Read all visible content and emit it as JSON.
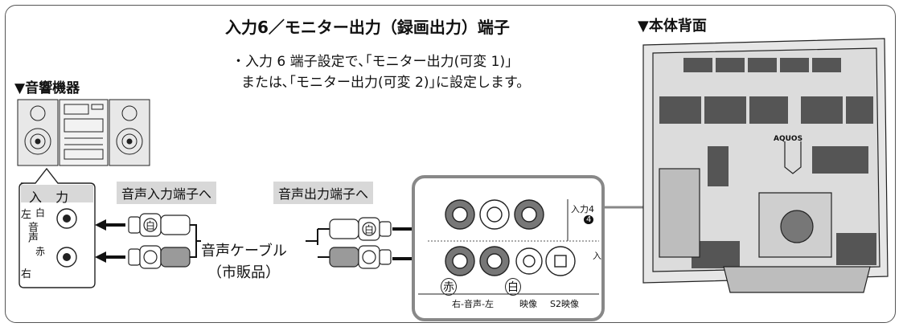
{
  "title": "入力6／モニター出力（録画出力）端子",
  "note": {
    "line1": "・入力 6 端子設定で､｢モニター出力(可変 1)｣",
    "line2": "または､｢モニター出力(可変 2)｣に設定します。"
  },
  "audio_device_label": "▼音響機器",
  "tv_back_label": "▼本体背面",
  "audio_in_tag": "音声入力端子へ",
  "audio_out_tag": "音声出力端子へ",
  "cable_label": "音声ケーブル",
  "cable_sublabel": "（市販品）",
  "audio_panel": {
    "header": "入 力",
    "left": "左",
    "middle": "音声",
    "right": "右",
    "jack_white": "白",
    "jack_red": "赤"
  },
  "plug_labels": {
    "white": "白",
    "red": "赤"
  },
  "terminal_panel": {
    "input4": "入力4",
    "input4_number": "4",
    "bottom_labels": [
      "右-音声-左",
      "映像",
      "S2映像"
    ],
    "red_mark": "赤",
    "white_mark": "白",
    "side_mark": "入"
  },
  "tv_brand": "AQUOS",
  "colors": {
    "tag_bg": "#d8d8d8",
    "frame": "#555555",
    "red_plug": "#9a9a9a"
  }
}
